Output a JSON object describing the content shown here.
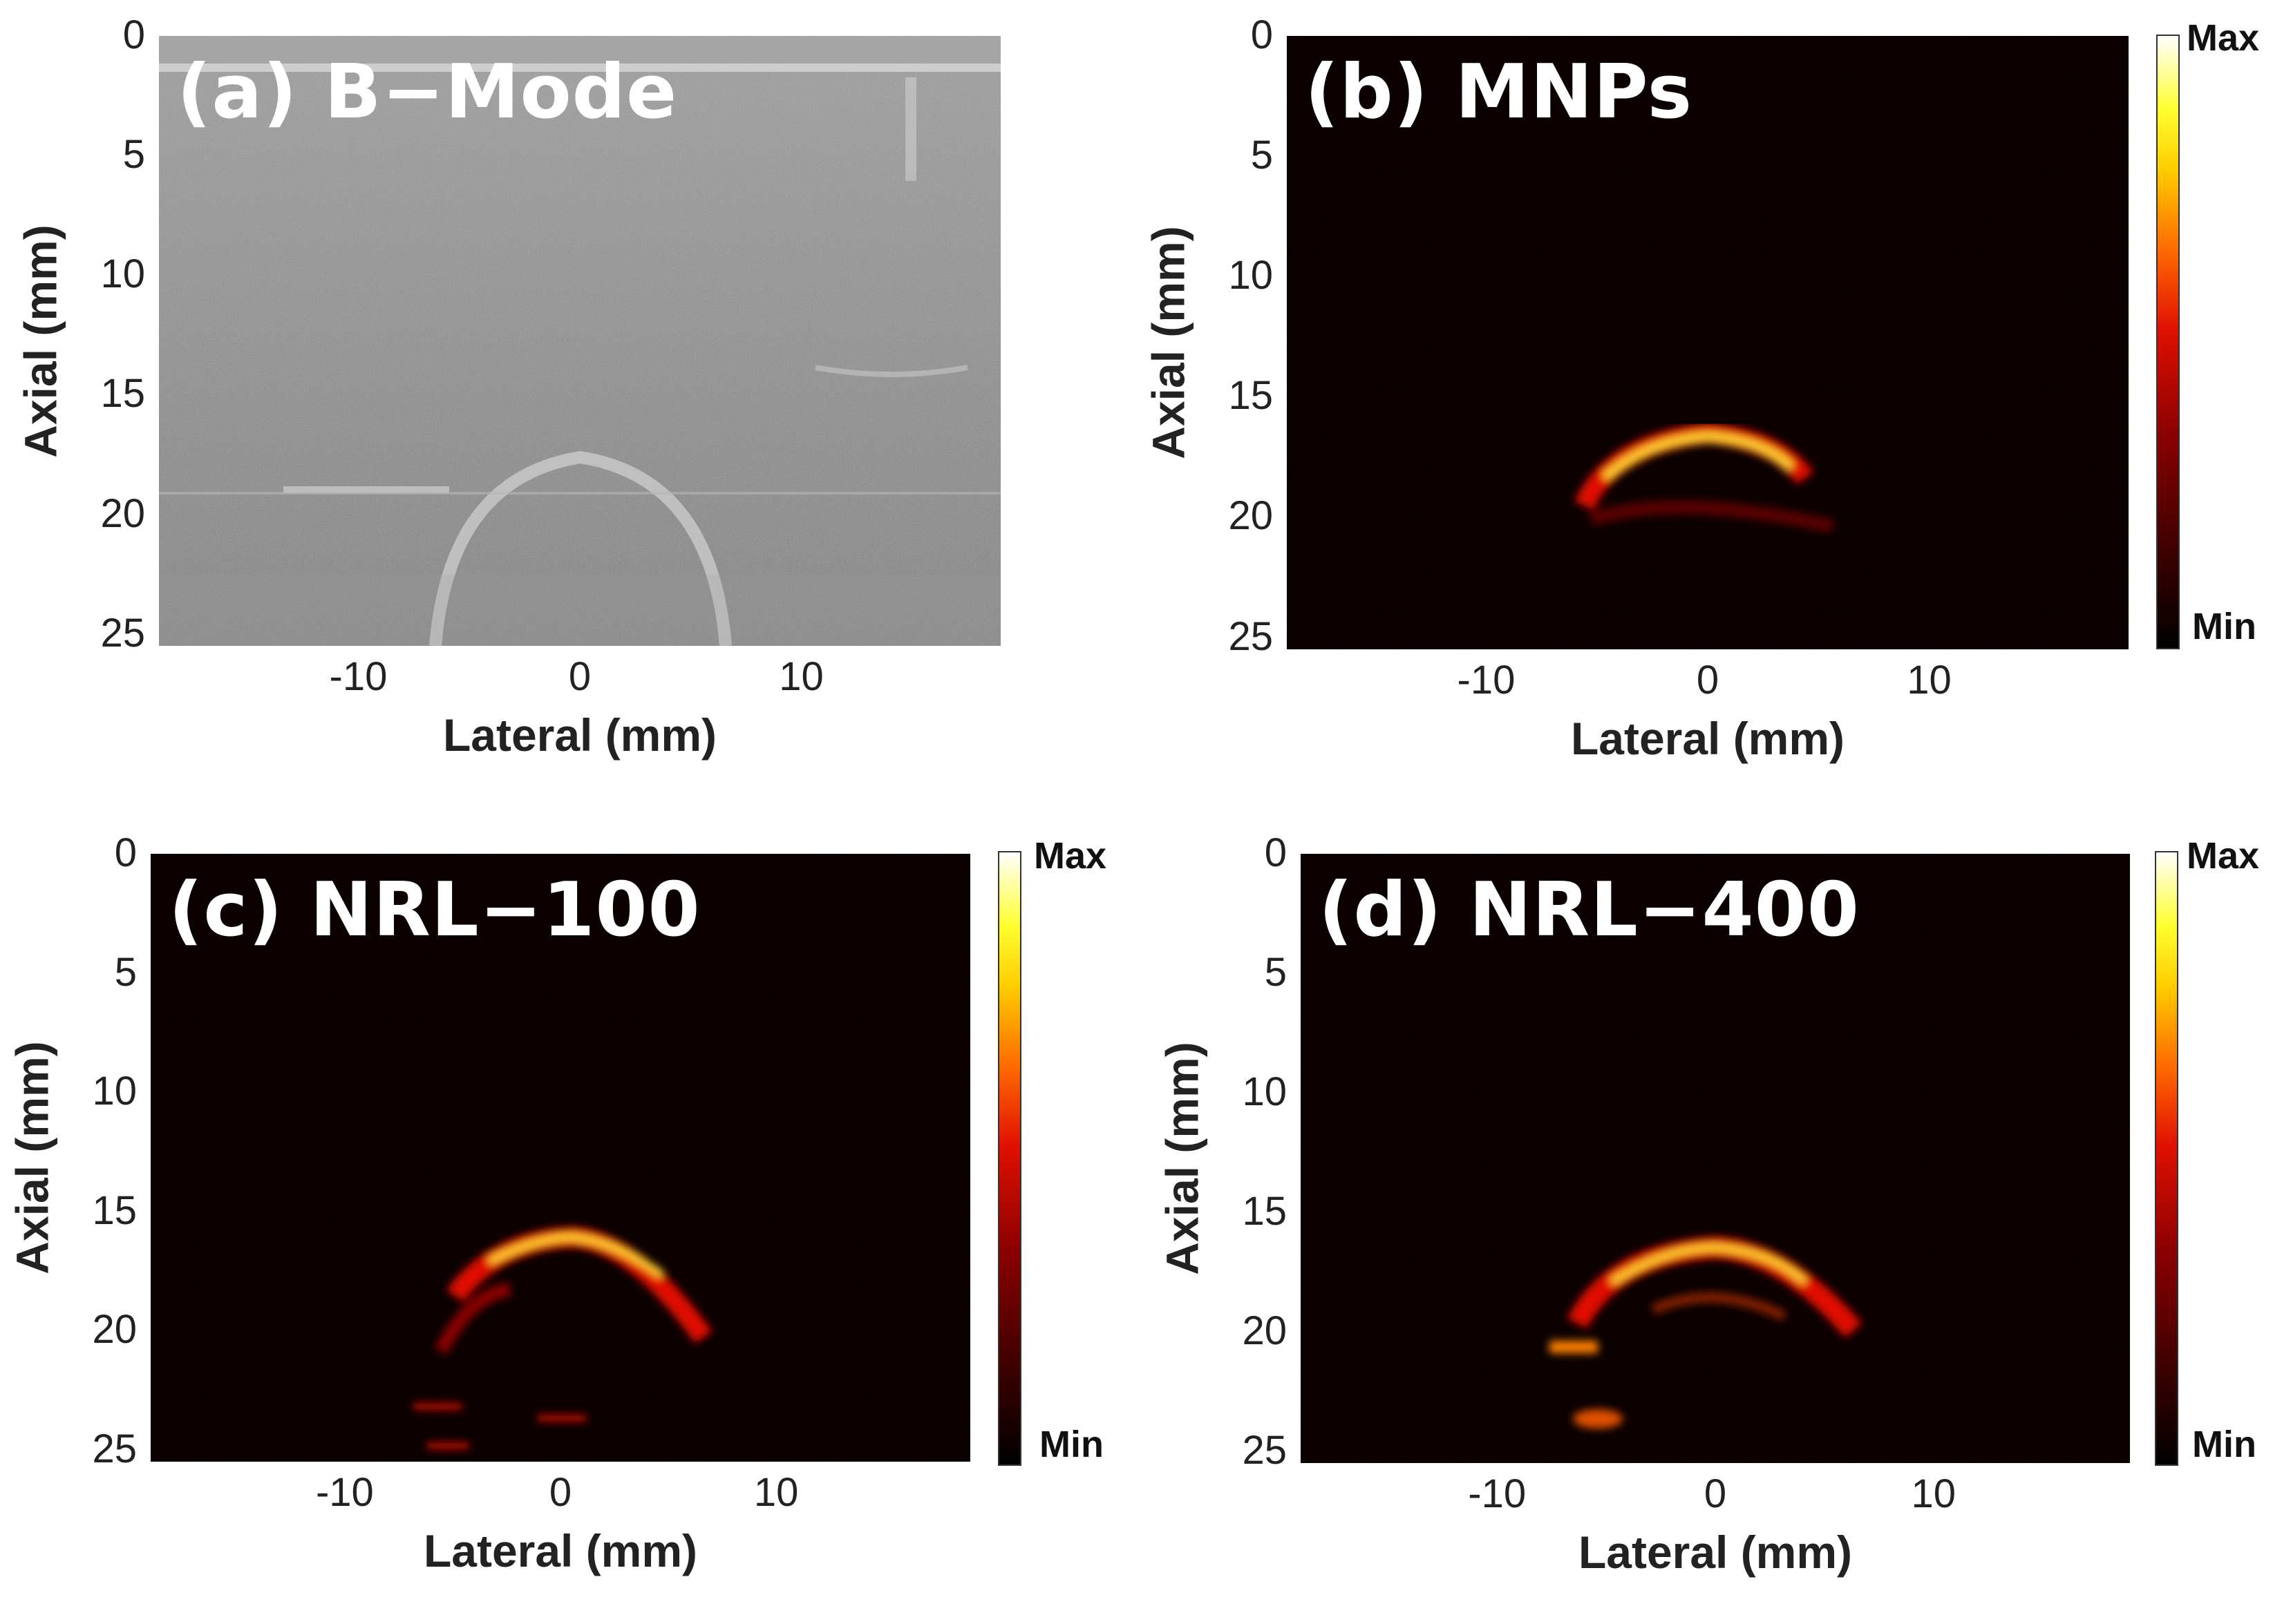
{
  "panels": [
    {
      "id": "a",
      "label": "(a) B−Mode",
      "mode": "bmode",
      "colorbar": false
    },
    {
      "id": "b",
      "label": "(b) MNPs",
      "mode": "hot",
      "colorbar": true
    },
    {
      "id": "c",
      "label": "(c) NRL−100",
      "mode": "hot",
      "colorbar": true
    },
    {
      "id": "d",
      "label": "(d) NRL−400",
      "mode": "hot",
      "colorbar": true
    }
  ],
  "axes": {
    "xlabel": "Lateral (mm)",
    "ylabel": "Axial (mm)",
    "xticks": [
      "-10",
      "0",
      "10"
    ],
    "yticks": [
      "0",
      "5",
      "10",
      "15",
      "20",
      "25"
    ],
    "xlim": [
      -19,
      19
    ],
    "ylim": [
      0,
      25.5
    ]
  },
  "colorbar": {
    "max_label": "Max",
    "min_label": "Min"
  },
  "colors": {
    "hot_bright": "#ffdd33",
    "hot_mid": "#e01000",
    "background": "#000000",
    "bmode_gray": "#8a8a8a"
  }
}
